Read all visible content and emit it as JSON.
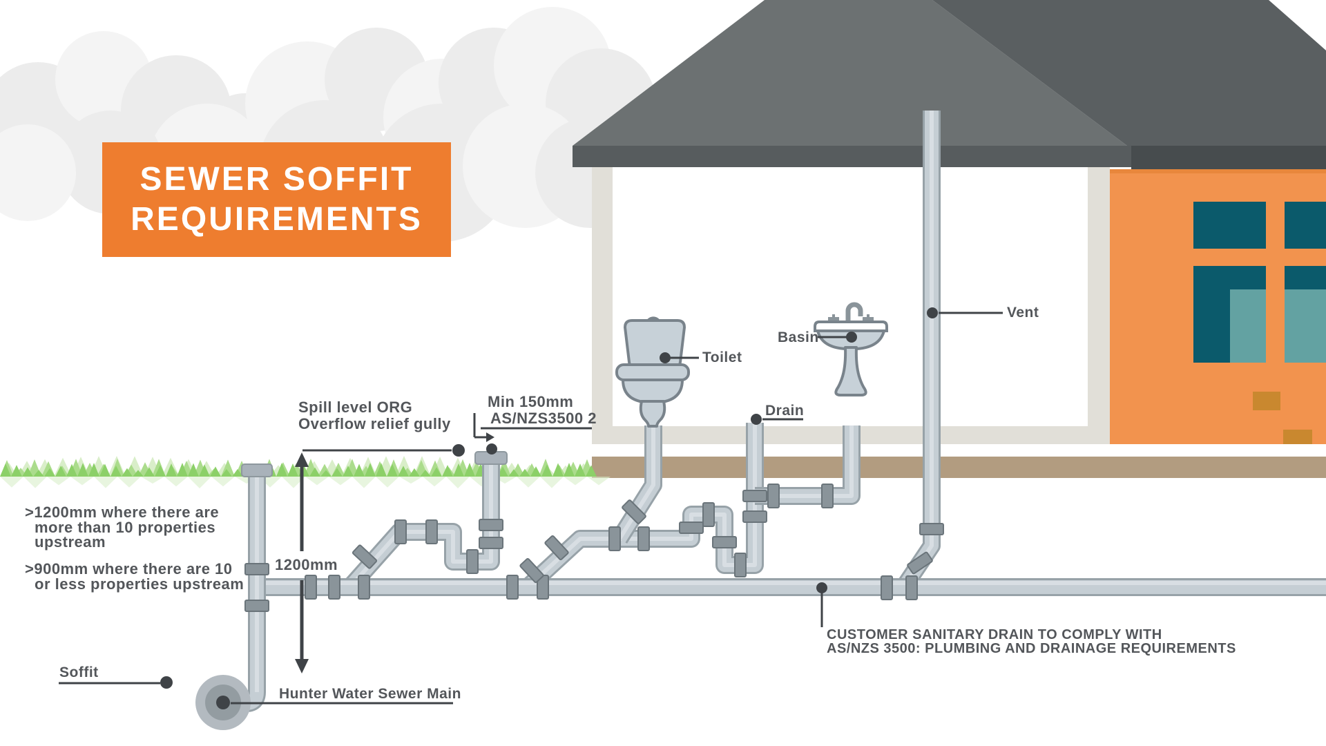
{
  "title": {
    "line1": "SEWER SOFFIT",
    "line2": "REQUIREMENTS"
  },
  "labels": {
    "spill_line1": "Spill level ORG",
    "spill_line2": "Overflow relief gully",
    "min_line1": "Min 150mm",
    "min_line2": "AS/NZS3500 2",
    "toilet": "Toilet",
    "basin": "Basin",
    "drain": "Drain",
    "vent": "Vent",
    "depth": "1200mm",
    "soffit": "Soffit",
    "sewer_main": "Hunter Water Sewer Main"
  },
  "notes": {
    "depth_rules": [
      {
        "lines": [
          ">1200mm where there are",
          "more than 10 properties",
          "upstream"
        ]
      },
      {
        "lines": [
          ">900mm where there are 10",
          "or less properties upstream"
        ]
      }
    ],
    "customer": {
      "lines": [
        "CUSTOMER SANITARY DRAIN TO COMPLY WITH",
        "AS/NZS 3500: PLUMBING AND DRAINAGE REQUIREMENTS"
      ]
    }
  },
  "colors": {
    "ink": "#53565A",
    "accent": "#EE7D2F",
    "dot": "#3F4347",
    "roofLight": "#6C7172",
    "roofDark": "#5A5F61",
    "eave": "#575C5E",
    "eaveDark": "#474C4E",
    "wall": "#E1DFD8",
    "orangeWall": "#F2934E",
    "orangeEdge": "#E8873C",
    "tealDark": "#0B5A6B",
    "tealLight": "#63A2A2",
    "brick": "#C9882F",
    "brown": "#B29C80",
    "grass1": "#8CD068",
    "grass2": "#ABDC8C",
    "grassPale": "#D9EEC9",
    "pipeOutline": "#97A2A8",
    "pipeFill": "#C5CED4",
    "pipeHighlight": "#DBE1E5",
    "coupling": "#8A949A",
    "couplingEdge": "#6A747A",
    "fixtureFill": "#C7D1D8",
    "fixtureStroke": "#79838B",
    "circleOuter": "#B3BAC0",
    "circleMid": "#939CA1",
    "cloud": "#ECECEC",
    "cloudLight": "#F4F4F4"
  }
}
